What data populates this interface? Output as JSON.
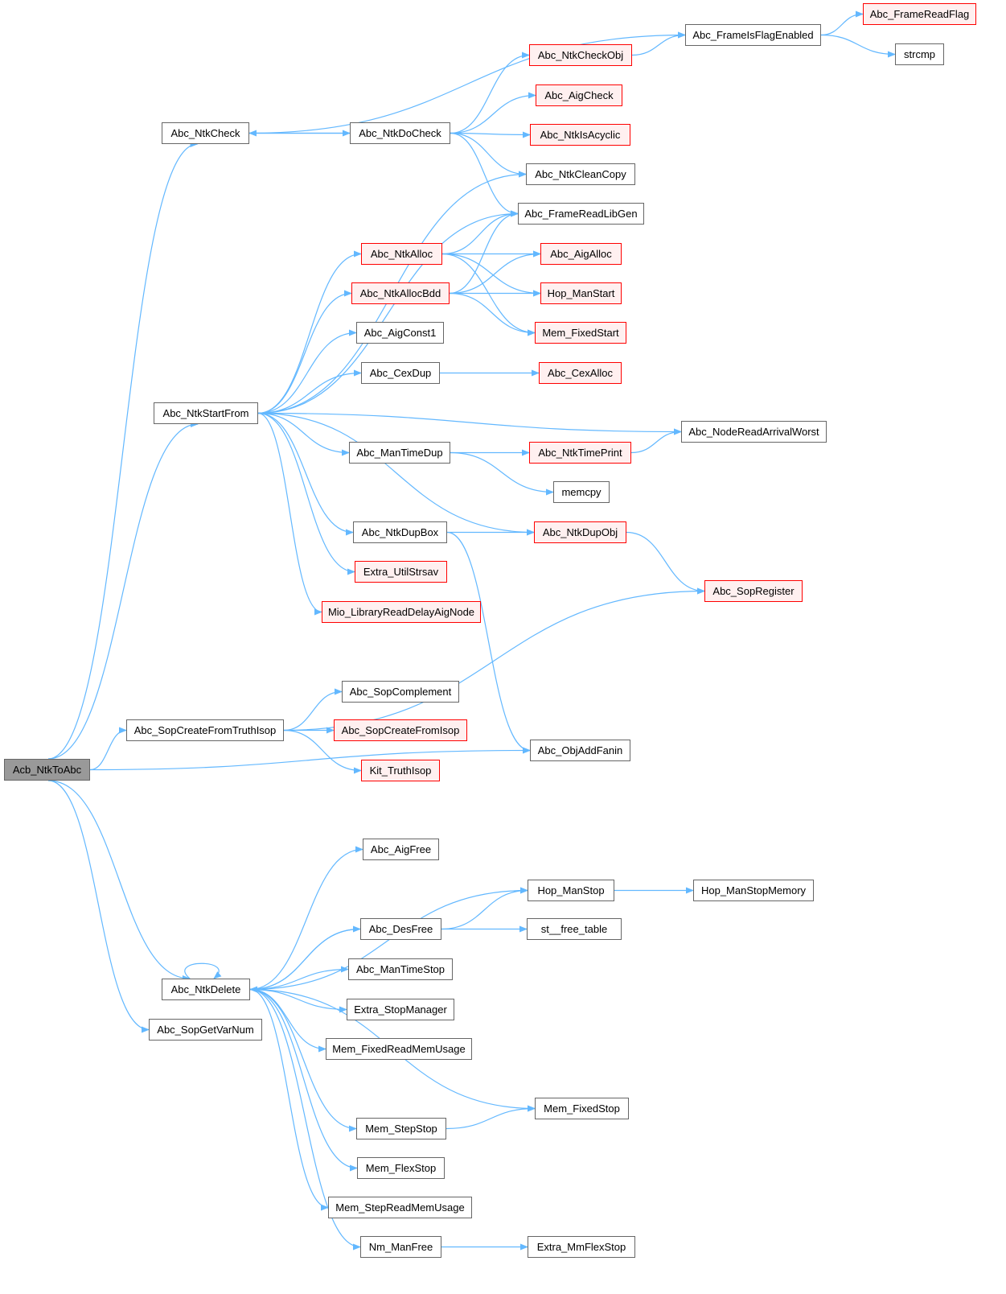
{
  "colors": {
    "edge": "#63b8ff",
    "node_border": "#666666",
    "red_border": "#ff0000",
    "red_fill": "#fff0f0",
    "root_fill": "#999999"
  },
  "nodes": {
    "Acb_NtkToAbc": {
      "label": "Acb_NtkToAbc",
      "style": "root"
    },
    "Abc_NtkCheck": {
      "label": "Abc_NtkCheck",
      "style": "normal"
    },
    "Abc_NtkDoCheck": {
      "label": "Abc_NtkDoCheck",
      "style": "normal"
    },
    "Abc_FrameIsFlagEnabled": {
      "label": "Abc_FrameIsFlagEnabled",
      "style": "normal"
    },
    "Abc_FrameReadFlag": {
      "label": "Abc_FrameReadFlag",
      "style": "red"
    },
    "strcmp": {
      "label": "strcmp",
      "style": "normal"
    },
    "Abc_NtkCheckObj": {
      "label": "Abc_NtkCheckObj",
      "style": "red"
    },
    "Abc_AigCheck": {
      "label": "Abc_AigCheck",
      "style": "red"
    },
    "Abc_NtkIsAcyclic": {
      "label": "Abc_NtkIsAcyclic",
      "style": "red"
    },
    "Abc_NtkCleanCopy": {
      "label": "Abc_NtkCleanCopy",
      "style": "normal"
    },
    "Abc_FrameReadLibGen": {
      "label": "Abc_FrameReadLibGen",
      "style": "normal"
    },
    "Abc_NtkAlloc": {
      "label": "Abc_NtkAlloc",
      "style": "red"
    },
    "Abc_AigAlloc": {
      "label": "Abc_AigAlloc",
      "style": "red"
    },
    "Abc_NtkAllocBdd": {
      "label": "Abc_NtkAllocBdd",
      "style": "red"
    },
    "Hop_ManStart": {
      "label": "Hop_ManStart",
      "style": "red"
    },
    "Mem_FixedStart": {
      "label": "Mem_FixedStart",
      "style": "red"
    },
    "Abc_AigConst1": {
      "label": "Abc_AigConst1",
      "style": "normal"
    },
    "Abc_CexDup": {
      "label": "Abc_CexDup",
      "style": "normal"
    },
    "Abc_CexAlloc": {
      "label": "Abc_CexAlloc",
      "style": "red"
    },
    "Abc_NtkStartFrom": {
      "label": "Abc_NtkStartFrom",
      "style": "normal"
    },
    "Abc_NodeReadArrivalWorst": {
      "label": "Abc_NodeReadArrivalWorst",
      "style": "normal"
    },
    "Abc_ManTimeDup": {
      "label": "Abc_ManTimeDup",
      "style": "normal"
    },
    "Abc_NtkTimePrint": {
      "label": "Abc_NtkTimePrint",
      "style": "red"
    },
    "memcpy": {
      "label": "memcpy",
      "style": "normal"
    },
    "Abc_NtkDupBox": {
      "label": "Abc_NtkDupBox",
      "style": "normal"
    },
    "Abc_NtkDupObj": {
      "label": "Abc_NtkDupObj",
      "style": "red"
    },
    "Extra_UtilStrsav": {
      "label": "Extra_UtilStrsav",
      "style": "red"
    },
    "Mio_LibraryReadDelayAigNode": {
      "label": "Mio_LibraryReadDelayAigNode",
      "style": "red"
    },
    "Abc_SopRegister": {
      "label": "Abc_SopRegister",
      "style": "red"
    },
    "Abc_SopComplement": {
      "label": "Abc_SopComplement",
      "style": "normal"
    },
    "Abc_SopCreateFromTruthIsop": {
      "label": "Abc_SopCreateFromTruthIsop",
      "style": "normal"
    },
    "Abc_SopCreateFromIsop": {
      "label": "Abc_SopCreateFromIsop",
      "style": "red"
    },
    "Abc_ObjAddFanin": {
      "label": "Abc_ObjAddFanin",
      "style": "normal"
    },
    "Kit_TruthIsop": {
      "label": "Kit_TruthIsop",
      "style": "red"
    },
    "Abc_AigFree": {
      "label": "Abc_AigFree",
      "style": "normal"
    },
    "Hop_ManStop": {
      "label": "Hop_ManStop",
      "style": "normal"
    },
    "Hop_ManStopMemory": {
      "label": "Hop_ManStopMemory",
      "style": "normal"
    },
    "Abc_DesFree": {
      "label": "Abc_DesFree",
      "style": "normal"
    },
    "st__free_table": {
      "label": "st__free_table",
      "style": "normal"
    },
    "Abc_ManTimeStop": {
      "label": "Abc_ManTimeStop",
      "style": "normal"
    },
    "Abc_NtkDelete": {
      "label": "Abc_NtkDelete",
      "style": "normal"
    },
    "Extra_StopManager": {
      "label": "Extra_StopManager",
      "style": "normal"
    },
    "Abc_SopGetVarNum": {
      "label": "Abc_SopGetVarNum",
      "style": "normal"
    },
    "Mem_FixedReadMemUsage": {
      "label": "Mem_FixedReadMemUsage",
      "style": "normal"
    },
    "Mem_FixedStop": {
      "label": "Mem_FixedStop",
      "style": "normal"
    },
    "Mem_StepStop": {
      "label": "Mem_StepStop",
      "style": "normal"
    },
    "Mem_FlexStop": {
      "label": "Mem_FlexStop",
      "style": "normal"
    },
    "Mem_StepReadMemUsage": {
      "label": "Mem_StepReadMemUsage",
      "style": "normal"
    },
    "Nm_ManFree": {
      "label": "Nm_ManFree",
      "style": "normal"
    },
    "Extra_MmFlexStop": {
      "label": "Extra_MmFlexStop",
      "style": "normal"
    }
  },
  "edges": [
    [
      "Acb_NtkToAbc",
      "Abc_NtkCheck"
    ],
    [
      "Acb_NtkToAbc",
      "Abc_NtkStartFrom"
    ],
    [
      "Acb_NtkToAbc",
      "Abc_SopCreateFromTruthIsop"
    ],
    [
      "Acb_NtkToAbc",
      "Abc_ObjAddFanin"
    ],
    [
      "Acb_NtkToAbc",
      "Abc_NtkDelete"
    ],
    [
      "Acb_NtkToAbc",
      "Abc_SopGetVarNum"
    ],
    [
      "Abc_NtkCheck",
      "Abc_NtkDoCheck"
    ],
    [
      "Abc_NtkCheck",
      "Abc_FrameIsFlagEnabled"
    ],
    [
      "Abc_NtkDoCheck",
      "Abc_NtkCheck"
    ],
    [
      "Abc_NtkDoCheck",
      "Abc_NtkCheckObj"
    ],
    [
      "Abc_NtkDoCheck",
      "Abc_AigCheck"
    ],
    [
      "Abc_NtkDoCheck",
      "Abc_NtkIsAcyclic"
    ],
    [
      "Abc_NtkDoCheck",
      "Abc_NtkCleanCopy"
    ],
    [
      "Abc_NtkDoCheck",
      "Abc_FrameReadLibGen"
    ],
    [
      "Abc_NtkCheckObj",
      "Abc_FrameIsFlagEnabled"
    ],
    [
      "Abc_FrameIsFlagEnabled",
      "Abc_FrameReadFlag"
    ],
    [
      "Abc_FrameIsFlagEnabled",
      "strcmp"
    ],
    [
      "Abc_NtkStartFrom",
      "Abc_NtkCleanCopy"
    ],
    [
      "Abc_NtkStartFrom",
      "Abc_FrameReadLibGen"
    ],
    [
      "Abc_NtkStartFrom",
      "Abc_NtkAlloc"
    ],
    [
      "Abc_NtkStartFrom",
      "Abc_NtkAllocBdd"
    ],
    [
      "Abc_NtkStartFrom",
      "Abc_AigConst1"
    ],
    [
      "Abc_NtkStartFrom",
      "Abc_CexDup"
    ],
    [
      "Abc_NtkStartFrom",
      "Abc_NodeReadArrivalWorst"
    ],
    [
      "Abc_NtkStartFrom",
      "Abc_ManTimeDup"
    ],
    [
      "Abc_NtkStartFrom",
      "Abc_NtkDupObj"
    ],
    [
      "Abc_NtkStartFrom",
      "Abc_NtkDupBox"
    ],
    [
      "Abc_NtkStartFrom",
      "Extra_UtilStrsav"
    ],
    [
      "Abc_NtkStartFrom",
      "Mio_LibraryReadDelayAigNode"
    ],
    [
      "Abc_NtkAlloc",
      "Abc_FrameReadLibGen"
    ],
    [
      "Abc_NtkAlloc",
      "Abc_AigAlloc"
    ],
    [
      "Abc_NtkAlloc",
      "Hop_ManStart"
    ],
    [
      "Abc_NtkAlloc",
      "Mem_FixedStart"
    ],
    [
      "Abc_NtkAllocBdd",
      "Abc_FrameReadLibGen"
    ],
    [
      "Abc_NtkAllocBdd",
      "Abc_AigAlloc"
    ],
    [
      "Abc_NtkAllocBdd",
      "Hop_ManStart"
    ],
    [
      "Abc_NtkAllocBdd",
      "Mem_FixedStart"
    ],
    [
      "Abc_CexDup",
      "Abc_CexAlloc"
    ],
    [
      "Abc_ManTimeDup",
      "Abc_NtkTimePrint"
    ],
    [
      "Abc_ManTimeDup",
      "memcpy"
    ],
    [
      "Abc_NtkTimePrint",
      "Abc_NodeReadArrivalWorst"
    ],
    [
      "Abc_NtkDupBox",
      "Abc_NtkDupObj"
    ],
    [
      "Abc_NtkDupBox",
      "Abc_ObjAddFanin"
    ],
    [
      "Abc_NtkDupObj",
      "Abc_SopRegister"
    ],
    [
      "Abc_SopCreateFromTruthIsop",
      "Abc_SopRegister"
    ],
    [
      "Abc_SopCreateFromTruthIsop",
      "Abc_SopComplement"
    ],
    [
      "Abc_SopCreateFromTruthIsop",
      "Abc_SopCreateFromIsop"
    ],
    [
      "Abc_SopCreateFromTruthIsop",
      "Kit_TruthIsop"
    ],
    [
      "Abc_NtkDelete",
      "Abc_AigFree"
    ],
    [
      "Abc_NtkDelete",
      "Hop_ManStop"
    ],
    [
      "Abc_NtkDelete",
      "Abc_DesFree"
    ],
    [
      "Abc_DesFree",
      "Abc_NtkDelete"
    ],
    [
      "Abc_NtkDelete",
      "Abc_NtkDelete"
    ],
    [
      "Abc_NtkDelete",
      "Abc_ManTimeStop"
    ],
    [
      "Abc_NtkDelete",
      "Extra_StopManager"
    ],
    [
      "Abc_NtkDelete",
      "Mem_FixedReadMemUsage"
    ],
    [
      "Abc_NtkDelete",
      "Mem_FixedStop"
    ],
    [
      "Abc_NtkDelete",
      "Mem_StepStop"
    ],
    [
      "Abc_NtkDelete",
      "Mem_FlexStop"
    ],
    [
      "Abc_NtkDelete",
      "Mem_StepReadMemUsage"
    ],
    [
      "Abc_NtkDelete",
      "Nm_ManFree"
    ],
    [
      "Abc_DesFree",
      "Hop_ManStop"
    ],
    [
      "Abc_DesFree",
      "st__free_table"
    ],
    [
      "Hop_ManStop",
      "Hop_ManStopMemory"
    ],
    [
      "Mem_StepStop",
      "Mem_FixedStop"
    ],
    [
      "Nm_ManFree",
      "Extra_MmFlexStop"
    ]
  ]
}
